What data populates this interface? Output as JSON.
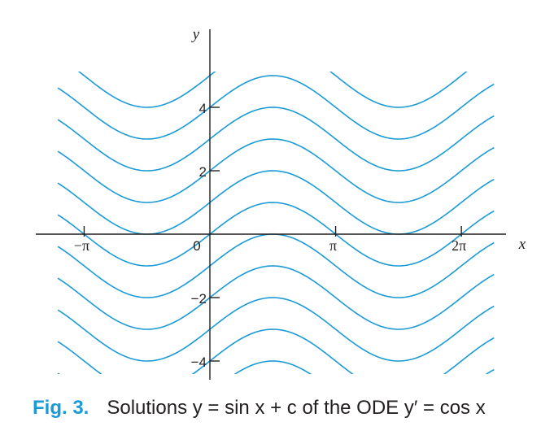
{
  "caption": {
    "figure_number": "Fig. 3.",
    "text": "Solutions y = sin x + c of the ODE y′ = cos x"
  },
  "colors": {
    "curve": "#1a9ad6",
    "axis": "#231f20",
    "figure_number": "#1a9ad6"
  },
  "chart_data": {
    "type": "line",
    "title": "",
    "xlabel": "x",
    "ylabel": "y",
    "function": "y = sin x + c",
    "x_range": [
      -3.8,
      7.1
    ],
    "xlim": [
      -4.2,
      7.5
    ],
    "ylim": [
      -4.4,
      6.3
    ],
    "x_ticks": [
      {
        "value": -3.14159,
        "label": "−π"
      },
      {
        "value": 0,
        "label": "0"
      },
      {
        "value": 3.14159,
        "label": "π"
      },
      {
        "value": 6.28319,
        "label": "2π"
      }
    ],
    "y_ticks": [
      {
        "value": 4,
        "label": "4"
      },
      {
        "value": 2,
        "label": "2"
      },
      {
        "value": -2,
        "label": "−2"
      },
      {
        "value": -4,
        "label": "−4"
      }
    ],
    "series": [
      {
        "c": -5
      },
      {
        "c": -4
      },
      {
        "c": -3
      },
      {
        "c": -2
      },
      {
        "c": -1
      },
      {
        "c": 0
      },
      {
        "c": 1
      },
      {
        "c": 2
      },
      {
        "c": 3
      },
      {
        "c": 4
      },
      {
        "c": 5
      }
    ],
    "grid": false,
    "legend": "none"
  }
}
